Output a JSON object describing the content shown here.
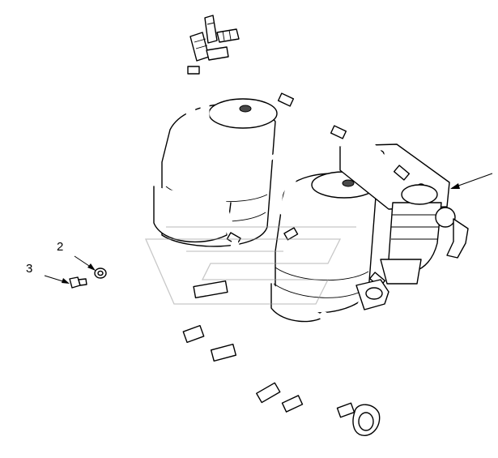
{
  "callouts": [
    {
      "id": "1",
      "label": ""
    },
    {
      "id": "2",
      "label": "2"
    },
    {
      "id": "3",
      "label": "3"
    }
  ],
  "colors": {
    "line": "#000000",
    "background": "#ffffff",
    "watermark": "#9a9a9a"
  }
}
